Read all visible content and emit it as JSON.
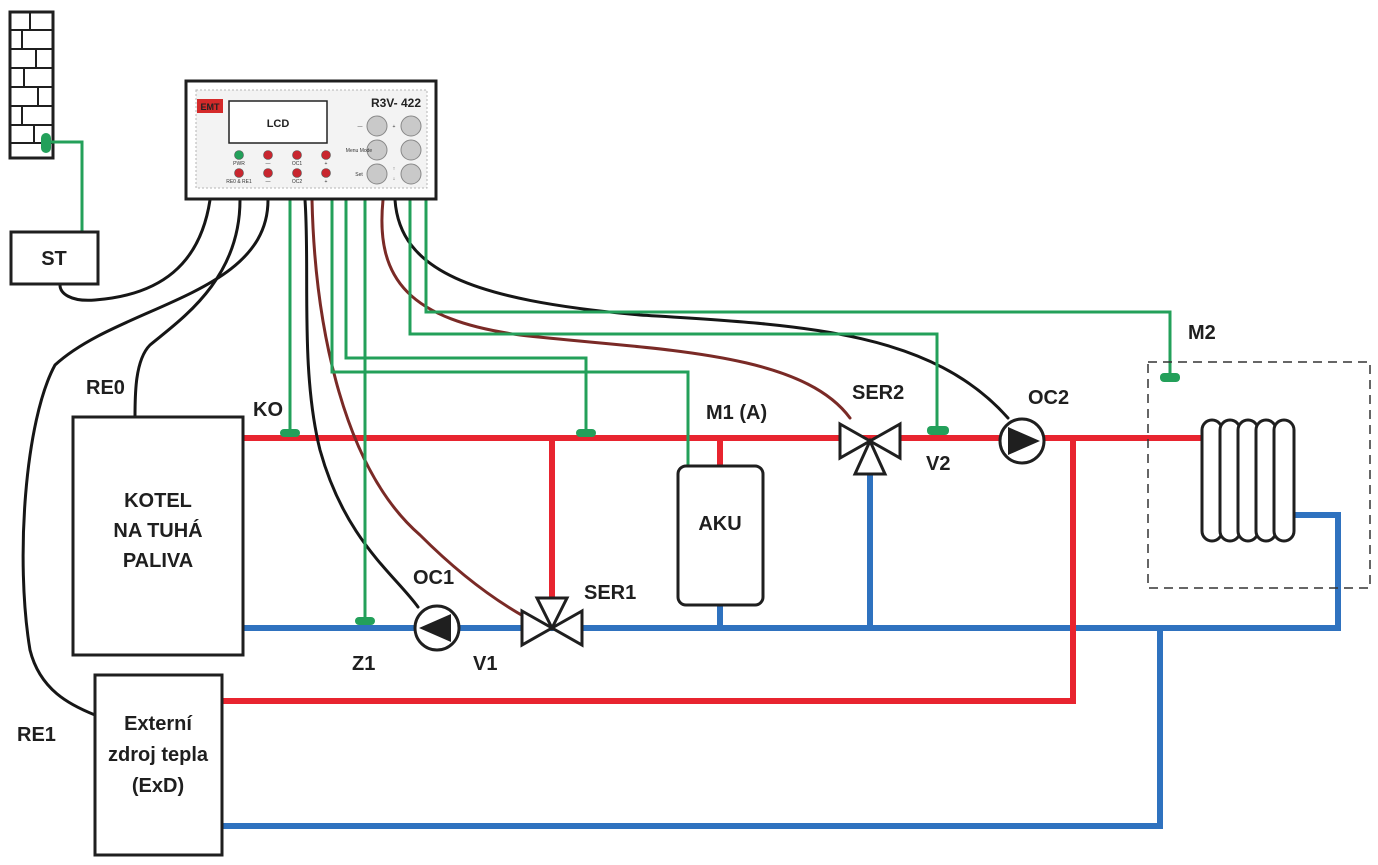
{
  "colors": {
    "hot": "#e8242f",
    "cold": "#2f72bf",
    "sensor": "#23a05a",
    "cable_black": "#161616",
    "cable_brown": "#7a2a26",
    "outline": "#1f1f1f"
  },
  "controller": {
    "model": "R3V- 422",
    "lcd": "LCD",
    "logo_text": "EMT",
    "buttons_top": [
      "PWR",
      "—",
      "OC1",
      "+"
    ],
    "buttons_bottom": [
      "RE0 & RE1",
      "—",
      "OC2",
      "+"
    ],
    "knob_left_labels": [
      "—",
      "Menu Mode",
      "Set"
    ],
    "knob_mid_labels": [
      "+",
      "↑",
      "↓"
    ]
  },
  "labels": {
    "st": "ST",
    "re0": "RE0",
    "re1": "RE1",
    "ko": "KO",
    "m1": "M1 (A)",
    "ser1": "SER1",
    "ser2": "SER2",
    "oc1": "OC1",
    "oc2": "OC2",
    "v1": "V1",
    "v2": "V2",
    "z1": "Z1",
    "m2": "M2",
    "aku": "AKU"
  },
  "boiler": {
    "lines": [
      "KOTEL",
      "NA TUHÁ",
      "PALIVA"
    ]
  },
  "external": {
    "lines": [
      "Externí",
      "zdroj tepla",
      "(ExD)"
    ]
  }
}
